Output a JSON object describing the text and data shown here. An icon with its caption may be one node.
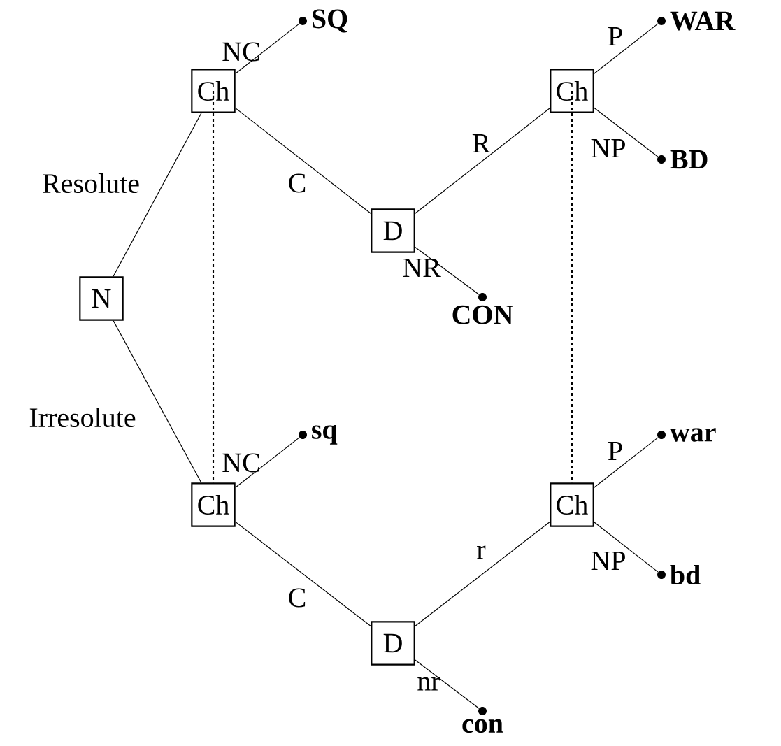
{
  "diagram": {
    "nodes": [
      {
        "text": [
          "N"
        ]
      },
      {
        "text": [
          "Ch"
        ]
      },
      {
        "text": [],
        "shape": "circle",
        "beside": [
          "SQ"
        ]
      },
      {
        "text": [
          "D"
        ]
      },
      {
        "text": [
          "Ch"
        ]
      },
      {
        "text": [],
        "shape": "circle",
        "beside": [
          "WAR"
        ]
      },
      {
        "text": [],
        "shape": "circle",
        "beside": [
          "BD"
        ]
      },
      {
        "text": [],
        "shape": "circle",
        "beside": [
          "CON"
        ]
      },
      {
        "text": [
          "Ch"
        ]
      },
      {
        "text": [],
        "shape": "circle",
        "beside": [
          "sq"
        ]
      },
      {
        "text": [
          "D"
        ]
      },
      {
        "text": [
          "Ch"
        ]
      },
      {
        "text": [],
        "shape": "circle",
        "beside": [
          "war"
        ]
      },
      {
        "text": [],
        "shape": "circle",
        "beside": [
          "bd"
        ]
      },
      {
        "text": [],
        "shape": "circle",
        "beside": [
          "con"
        ]
      }
    ],
    "edges": [
      {
        "from": 0,
        "to": 1,
        "arrow": "none",
        "label": "Resolute"
      },
      {
        "from": 0,
        "to": 8,
        "arrow": "none",
        "label": "Irresolute"
      },
      {
        "from": 1,
        "to": 2,
        "arrow": "none",
        "label": "NC"
      },
      {
        "from": 1,
        "to": 3,
        "arrow": "none",
        "label": "C"
      },
      {
        "from": 3,
        "to": 4,
        "arrow": "none",
        "label": "R"
      },
      {
        "from": 3,
        "to": 7,
        "arrow": "none",
        "label": "NR"
      },
      {
        "from": 4,
        "to": 5,
        "arrow": "none",
        "label": "P"
      },
      {
        "from": 4,
        "to": 6,
        "arrow": "none",
        "label": "NP"
      },
      {
        "from": 8,
        "to": 9,
        "arrow": "none",
        "label": "NC"
      },
      {
        "from": 8,
        "to": 10,
        "arrow": "none",
        "label": "C"
      },
      {
        "from": 10,
        "to": 11,
        "arrow": "none",
        "label": "r"
      },
      {
        "from": 10,
        "to": 14,
        "arrow": "none",
        "label": "nr"
      },
      {
        "from": 11,
        "to": 12,
        "arrow": "none",
        "label": "P"
      },
      {
        "from": 11,
        "to": 13,
        "arrow": "none",
        "label": "NP"
      },
      {
        "from": 1,
        "to": 8,
        "arrow": "none",
        "style": "dashed"
      },
      {
        "from": 4,
        "to": 11,
        "arrow": "none",
        "style": "dashed"
      }
    ]
  }
}
